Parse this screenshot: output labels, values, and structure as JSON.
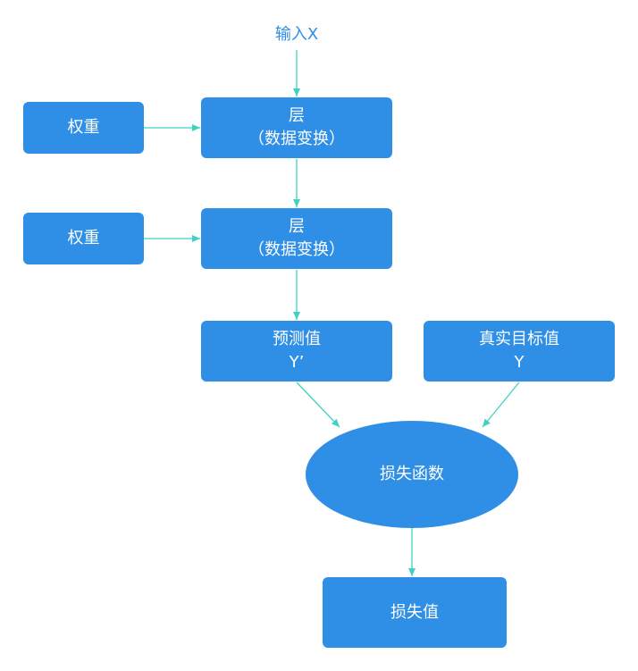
{
  "input": {
    "label": "输入X"
  },
  "layer1": {
    "title": "层",
    "subtitle": "（数据变换）"
  },
  "layer2": {
    "title": "层",
    "subtitle": "（数据变换）"
  },
  "weight1": {
    "label": "权重"
  },
  "weight2": {
    "label": "权重"
  },
  "prediction": {
    "title": "预测值",
    "subtitle": "Y’"
  },
  "target": {
    "title": "真实目标值",
    "subtitle": "Y"
  },
  "loss_function": {
    "label": "损失函数"
  },
  "loss_value": {
    "label": "损失值"
  },
  "colors": {
    "node_fill": "#2f8fe6",
    "arrow": "#3fd2c4",
    "text": "#ffffff"
  }
}
